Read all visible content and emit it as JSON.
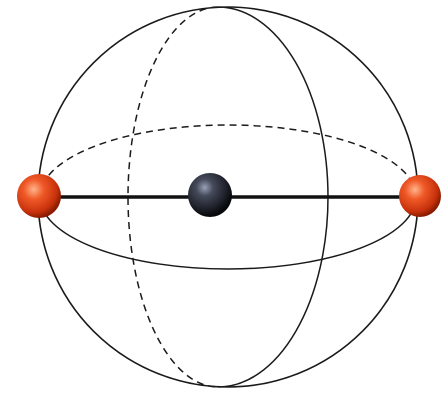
{
  "diagram": {
    "colors": {
      "background": "#ffffff",
      "line": "#1a1a1a",
      "bond": "#111111",
      "outer_atom": "#e8481c",
      "outer_atom_highlight": "#ff9a6e",
      "outer_atom_shadow": "#9a1f04",
      "central_atom": "#2a2d38",
      "central_atom_highlight": "#8c93a8",
      "central_atom_shadow": "#0a0b10"
    },
    "atoms": [
      {
        "role": "outer",
        "color": "#e8481c"
      },
      {
        "role": "central",
        "color": "#2a2d38"
      },
      {
        "role": "outer",
        "color": "#e8481c"
      }
    ]
  }
}
